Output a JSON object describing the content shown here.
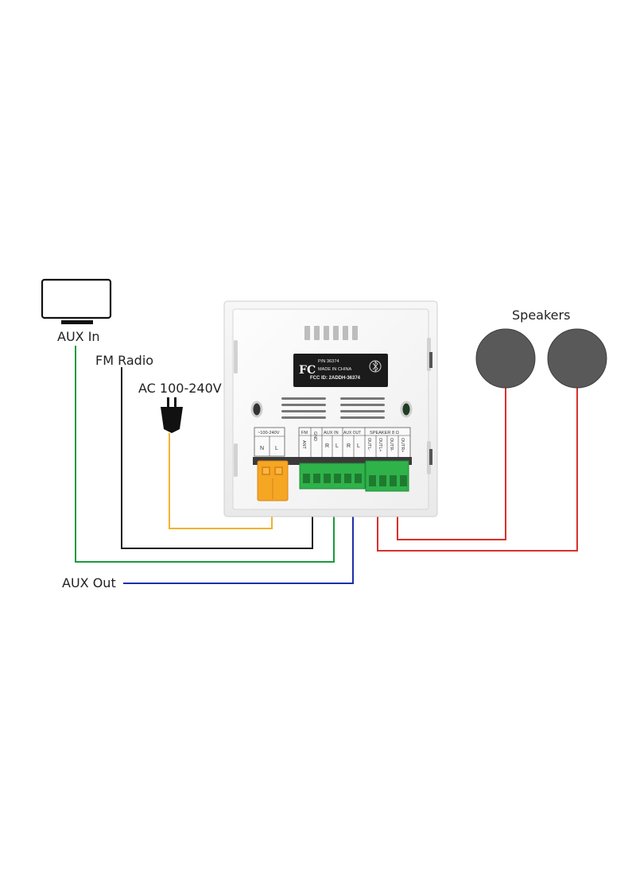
{
  "labels": {
    "aux_in": "AUX In",
    "fm_radio": "FM Radio",
    "ac_power": "AC 100-240V",
    "aux_out": "AUX Out",
    "speakers": "Speakers"
  },
  "fcc_label": {
    "logo": "FC",
    "pn": "P/N 36374",
    "made_in": "MADE IN CHINA",
    "fcc_id": "FCC ID: 2ADDH-36374"
  },
  "terminal_labels": {
    "power_header": "~100-240V",
    "power_n": "N",
    "power_l": "L",
    "fm_header": "FM",
    "fm_gnd": "GND",
    "fm_ant": "ANT",
    "aux_in_header": "AUX IN",
    "aux_in_r": "R",
    "aux_in_l": "L",
    "aux_out_header": "AUX OUT",
    "aux_out_r": "R",
    "aux_out_l": "L",
    "speaker_header": "SPEAKER 8 Ω",
    "spk_outl_neg": "OUTL-",
    "spk_outl_pos": "OUTL+",
    "spk_outr_neg": "OUTR-",
    "spk_outr_pos": "OUTR+"
  },
  "colors": {
    "aux_in_wire": "#1a9a3c",
    "fm_wire": "#222222",
    "ac_wire": "#f2b230",
    "aux_out_wire": "#1c2fa8",
    "speaker_wire": "#d8302a",
    "terminal_green": "#2fb24a",
    "terminal_orange": "#f5a623",
    "speaker_fill": "#595959"
  },
  "icons": {
    "monitor": "monitor-icon",
    "plug": "power-plug-icon",
    "bluetooth": "bluetooth-icon",
    "speaker": "speaker-icon"
  }
}
